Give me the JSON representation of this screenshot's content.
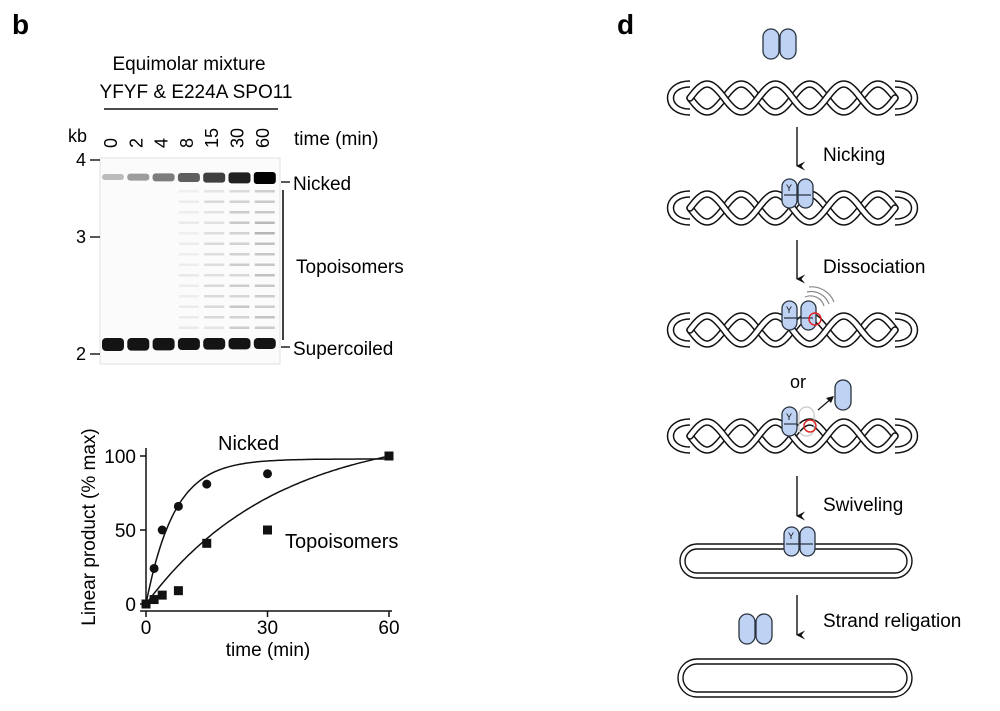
{
  "panel_b": {
    "label": "b",
    "gel": {
      "header_line1": "Equimolar mixture",
      "header_line2": "YFYF & E224A SPO11",
      "kb_label": "kb",
      "lanes": [
        "0",
        "2",
        "4",
        "8",
        "15",
        "30",
        "60"
      ],
      "time_label": "time (min)",
      "kb_ticks": [
        "4",
        "3",
        "2"
      ],
      "band_labels": {
        "nicked": "Nicked",
        "topoisomers": "Topoisomers",
        "supercoiled": "Supercoiled"
      }
    }
  },
  "chart_data": {
    "type": "scatter",
    "xlabel": "time (min)",
    "ylabel": "Linear product (% max)",
    "xlim": [
      0,
      60
    ],
    "ylim": [
      0,
      100
    ],
    "xticks": [
      "0",
      "30",
      "60"
    ],
    "yticks": [
      "0",
      "50",
      "100"
    ],
    "series": [
      {
        "name": "Nicked",
        "marker": "circle",
        "x": [
          0,
          2,
          4,
          8,
          15,
          30
        ],
        "y": [
          0,
          24,
          50,
          66,
          81,
          88
        ]
      },
      {
        "name": "Topoisomers",
        "marker": "square",
        "x": [
          0,
          2,
          4,
          8,
          15,
          30,
          60
        ],
        "y": [
          0,
          3,
          6,
          9,
          41,
          50,
          100
        ]
      }
    ]
  },
  "panel_d": {
    "label": "d",
    "steps": [
      "Nicking",
      "Dissociation",
      "or",
      "Swiveling",
      "Strand religation"
    ],
    "tyrosine_label": "Y",
    "colors": {
      "protein_fill": "#bed3f3",
      "protein_stroke": "#2a3340",
      "phosphate_red": "#e02020"
    }
  }
}
